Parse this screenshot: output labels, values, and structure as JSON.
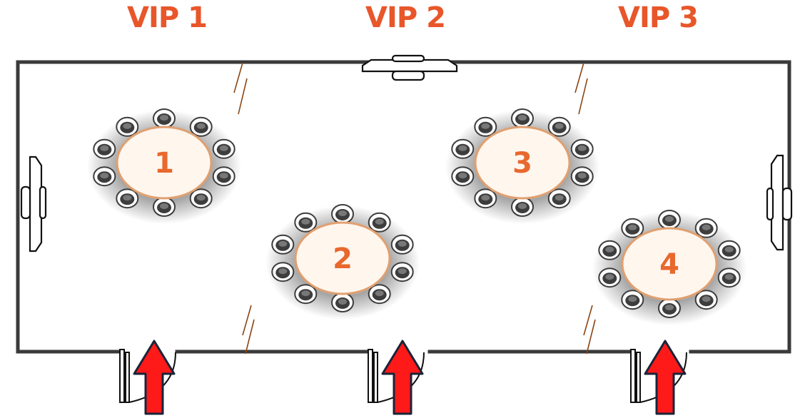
{
  "colors": {
    "label": "#e8562a",
    "wall": "#3a3a3a",
    "partition": "#8b4513",
    "table_fill": "#fff6ee",
    "table_border": "#e0a070",
    "table_number": "#e8682e",
    "chair": "#3d3d3d",
    "arrow_fill": "#ff1a1a",
    "arrow_outline": "#1a2438"
  },
  "rooms": [
    {
      "label": "VIP 1"
    },
    {
      "label": "VIP 2"
    },
    {
      "label": "VIP 3"
    }
  ],
  "tables": [
    {
      "number": "1"
    },
    {
      "number": "2"
    },
    {
      "number": "3"
    },
    {
      "number": "4"
    }
  ],
  "icons": {
    "screen": "wall-screen-icon",
    "door": "door-icon",
    "entry_arrow": "entry-arrow-icon",
    "partition": "partition-icon"
  }
}
